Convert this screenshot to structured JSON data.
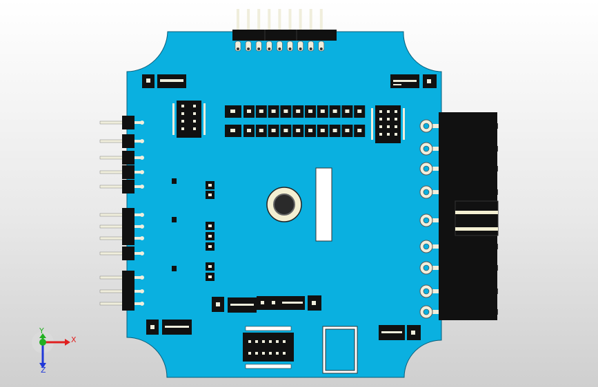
{
  "viewport": {
    "background_top": "#ffffff",
    "background_bottom": "#cfcfcf"
  },
  "board": {
    "color": "#0ab0e0",
    "edge_color": "#0a5d78",
    "component_color": "#111111",
    "pin_color": "#f0eedc",
    "hole_color": "#f3efd2",
    "top_header_pins": 9,
    "left_header_pins": 12,
    "right_connector_pins": 9
  },
  "triad": {
    "x_label": "X",
    "y_label": "Y",
    "z_label": "Z",
    "x_color": "#e02020",
    "y_color": "#22b022",
    "z_color": "#2038d8"
  }
}
